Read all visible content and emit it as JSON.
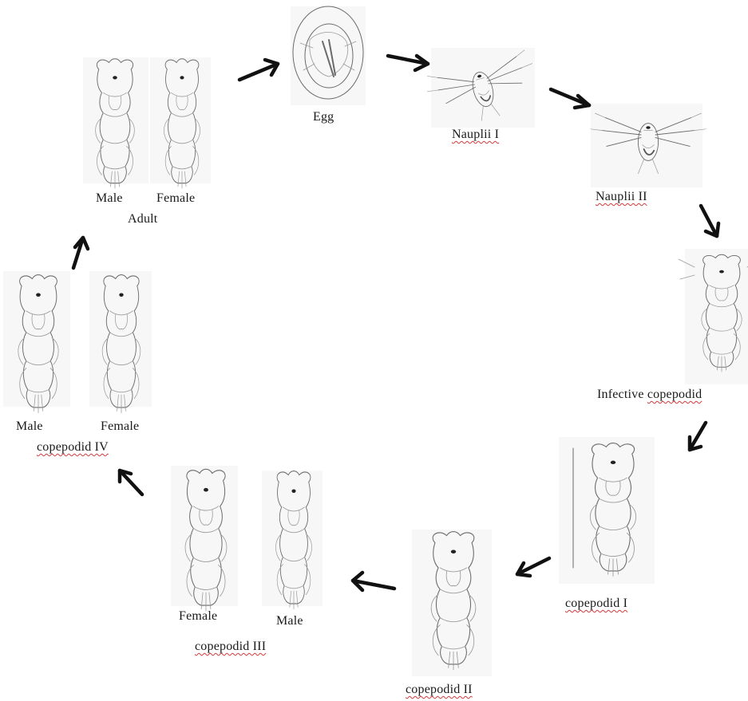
{
  "diagram": {
    "stages": {
      "egg": "Egg",
      "nauplii_1": "Nauplii I",
      "nauplii_2": "Nauplii II",
      "infective": "Infective copepodid",
      "copepodid_1": "copepodid I",
      "copepodid_2": "copepodid II",
      "copepodid_3": "copepodid III",
      "copepodid_4": "copepodid IV",
      "adult": "Adult"
    },
    "sex": {
      "male": "Male",
      "female": "Female"
    },
    "colors": {
      "arrow": "#111111",
      "drawing_ink": "#6a6a6a",
      "spellcheck_underline": "#d23a3a"
    }
  }
}
